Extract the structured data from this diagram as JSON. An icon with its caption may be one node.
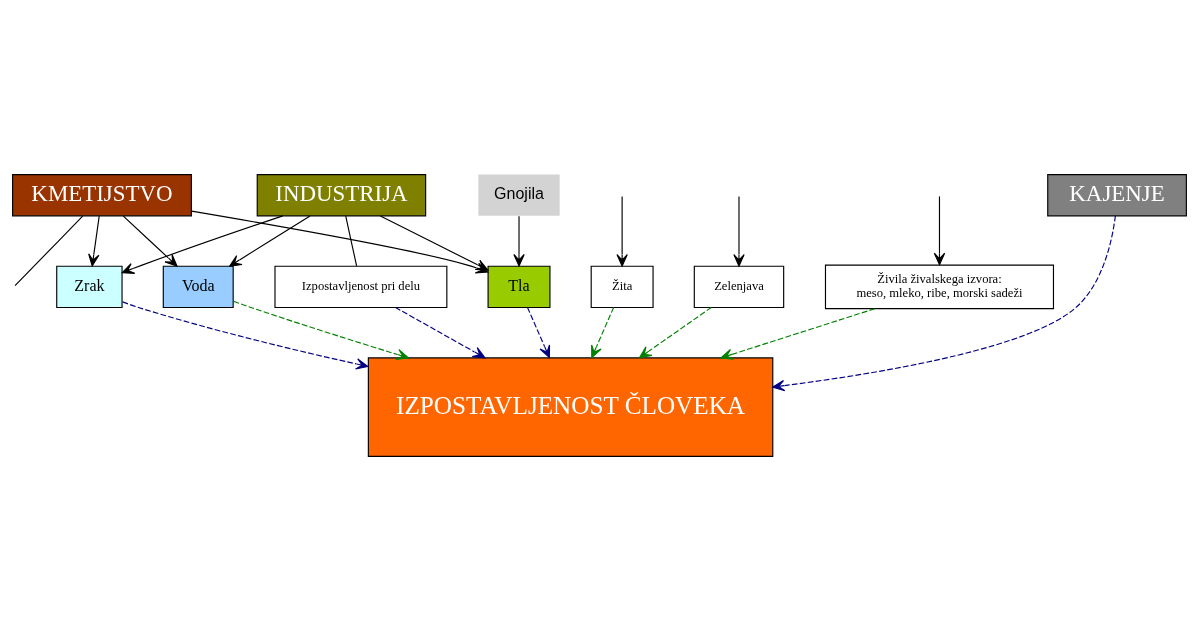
{
  "diagram": {
    "nodes": [
      {
        "text": [
          "KAJENJE"
        ]
      },
      {
        "text": [
          "INDUSTRIJA"
        ]
      },
      {
        "text": [
          "KMETIJSTVO"
        ]
      },
      {
        "text": [
          "Zrak"
        ]
      },
      {
        "text": [
          "Izpostavljenost pri delu"
        ]
      },
      {
        "text": [
          "Tla"
        ]
      },
      {
        "text": [
          "Voda"
        ]
      },
      {
        "text": [
          "Gnojila"
        ]
      },
      {
        "text": [
          "Žita"
        ]
      },
      {
        "text": [
          "Zelenjava"
        ]
      },
      {
        "text": [
          "IZPOSTAVLJENOST ČLOVEKA"
        ]
      },
      {
        "text": [
          "Živila živalskega izvora:",
          "meso, mleko, ribe, morski sadeži"
        ]
      }
    ],
    "edges": [
      {
        "from": 0,
        "to": 10,
        "arrow": "to",
        "style": "dashed",
        "color": "#000080"
      },
      {
        "from": 1,
        "to": 4,
        "arrow": "none"
      },
      {
        "from": 1,
        "to": 3,
        "arrow": "to"
      },
      {
        "from": 1,
        "to": 5,
        "arrow": "to"
      },
      {
        "from": 1,
        "to": 6,
        "arrow": "to"
      },
      {
        "from": 2,
        "to": 3,
        "arrow": "to"
      },
      {
        "from": 2,
        "to": 5,
        "arrow": "to"
      },
      {
        "from": 2,
        "to": 6,
        "arrow": "to"
      },
      {
        "from": 2,
        "to": null,
        "arrow": "none"
      },
      {
        "from": 7,
        "to": 5,
        "arrow": "to"
      },
      {
        "from": 3,
        "to": 10,
        "arrow": "to",
        "style": "dashed",
        "color": "#000080"
      },
      {
        "from": 4,
        "to": 10,
        "arrow": "to",
        "style": "dashed",
        "color": "#000080"
      },
      {
        "from": 5,
        "to": 10,
        "arrow": "to",
        "style": "dashed",
        "color": "#000080"
      },
      {
        "from": 6,
        "to": 10,
        "arrow": "to",
        "style": "dashed",
        "color": "#008000"
      },
      {
        "from": 8,
        "to": 10,
        "arrow": "to",
        "style": "dashed",
        "color": "#008000"
      },
      {
        "from": 9,
        "to": 10,
        "arrow": "to",
        "style": "dashed",
        "color": "#008000"
      },
      {
        "from": 11,
        "to": 10,
        "arrow": "to",
        "style": "dashed",
        "color": "#008000"
      },
      {
        "from": null,
        "to": 8,
        "arrow": "to"
      },
      {
        "from": null,
        "to": 9,
        "arrow": "to"
      },
      {
        "from": null,
        "to": 11,
        "arrow": "to"
      }
    ]
  }
}
